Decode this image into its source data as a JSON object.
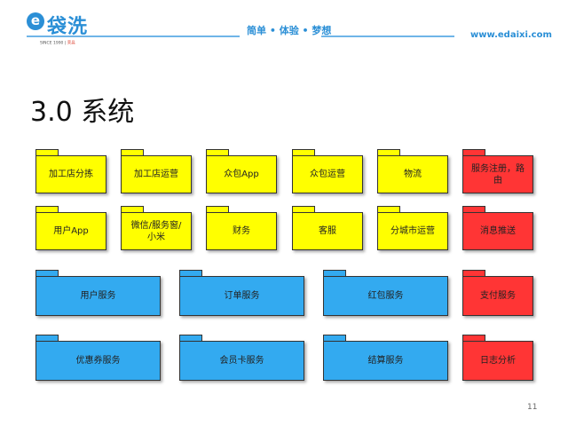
{
  "header": {
    "logo_mark": "e",
    "logo_text": "袋洗",
    "since": "SINCE 1990",
    "since_brand": "荣昌",
    "slogan": "简单 • 体验 • 梦想",
    "website": "www.edaixi.com"
  },
  "title": "3.0 系统",
  "rows": [
    [
      {
        "label": "加工店分拣",
        "color": "yellow"
      },
      {
        "label": "加工店运营",
        "color": "yellow"
      },
      {
        "label": "众包App",
        "color": "yellow"
      },
      {
        "label": "众包运营",
        "color": "yellow"
      },
      {
        "label": "物流",
        "color": "yellow"
      },
      {
        "label": "服务注册，路由",
        "color": "red"
      }
    ],
    [
      {
        "label": "用户App",
        "color": "yellow"
      },
      {
        "label": "微信/服务窗/小米",
        "color": "yellow"
      },
      {
        "label": "财务",
        "color": "yellow"
      },
      {
        "label": "客服",
        "color": "yellow"
      },
      {
        "label": "分城市运营",
        "color": "yellow"
      },
      {
        "label": "消息推送",
        "color": "red"
      }
    ],
    [
      {
        "label": "用户服务",
        "color": "blue"
      },
      {
        "label": "订单服务",
        "color": "blue"
      },
      {
        "label": "红包服务",
        "color": "blue"
      },
      {
        "label": "支付服务",
        "color": "red"
      }
    ],
    [
      {
        "label": "优惠券服务",
        "color": "blue"
      },
      {
        "label": "会员卡服务",
        "color": "blue"
      },
      {
        "label": "结算服务",
        "color": "blue"
      },
      {
        "label": "日志分析",
        "color": "red"
      }
    ]
  ],
  "page_number": "11",
  "colors": {
    "yellow": "#ffff00",
    "red": "#ff3535",
    "blue": "#33aaf0",
    "brand": "#2b8fd6"
  }
}
